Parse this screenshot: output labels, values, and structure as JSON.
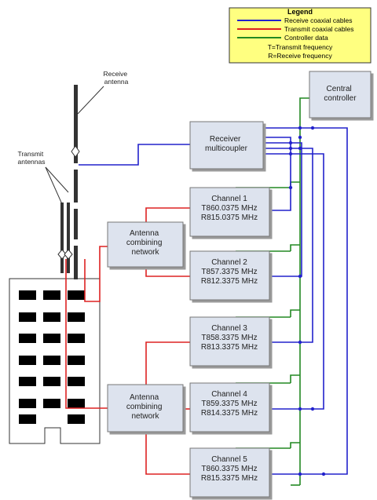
{
  "legend": {
    "title": "Legend",
    "receive": "Receive coaxial cables",
    "transmit": "Transmit coaxial cables",
    "controller": "Controller data",
    "t_def": "T=Transmit frequency",
    "r_def": "R=Receive frequency"
  },
  "colors": {
    "receive": "#2222cc",
    "transmit": "#dd2222",
    "controller": "#228822",
    "legend_bg": "#ffff80",
    "box_fill": "#dde3ee"
  },
  "labels": {
    "receive_antenna": [
      "Receive",
      "antenna"
    ],
    "transmit_antennas": [
      "Transmit",
      "antennas"
    ]
  },
  "central": [
    "Central",
    "controller"
  ],
  "multicoupler": [
    "Receiver",
    "multicoupler"
  ],
  "combiner1": [
    "Antenna",
    "combining",
    "network"
  ],
  "combiner2": [
    "Antenna",
    "combining",
    "network"
  ],
  "channels": [
    {
      "name": "Channel 1",
      "tx": "T860.0375 MHz",
      "rx": "R815.0375 MHz"
    },
    {
      "name": "Channel 2",
      "tx": "T857.3375 MHz",
      "rx": "R812.3375 MHz"
    },
    {
      "name": "Channel 3",
      "tx": "T858.3375 MHz",
      "rx": "R813.3375 MHz"
    },
    {
      "name": "Channel 4",
      "tx": "T859.3375 MHz",
      "rx": "R814.3375 MHz"
    },
    {
      "name": "Channel 5",
      "tx": "T860.3375 MHz",
      "rx": "R815.3375 MHz"
    }
  ]
}
